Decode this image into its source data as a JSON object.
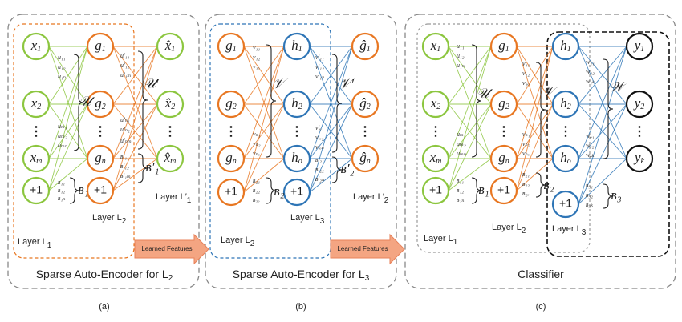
{
  "panels": [
    {
      "id": "a",
      "title": "Sparse Auto-Encoder for L",
      "title_sub": "2",
      "letter": "(a)"
    },
    {
      "id": "b",
      "title": "Sparse Auto-Encoder for L",
      "title_sub": "3",
      "letter": "(b)"
    },
    {
      "id": "c",
      "title": "Classifier",
      "title_sub": "",
      "letter": "(c)"
    }
  ],
  "arrow_label": "Learned Features",
  "layer_labels": {
    "a": [
      {
        "text": "Layer L",
        "sub": "1"
      },
      {
        "text": "Layer L",
        "sub": "2"
      },
      {
        "text": "Layer L′",
        "sub": "1"
      }
    ],
    "b": [
      {
        "text": "Layer L",
        "sub": "2"
      },
      {
        "text": "Layer L",
        "sub": "3"
      },
      {
        "text": "Layer L′",
        "sub": "2"
      }
    ],
    "c": [
      {
        "text": "Layer L",
        "sub": "1"
      },
      {
        "text": "Layer L",
        "sub": "2"
      },
      {
        "text": "Layer L",
        "sub": "3"
      }
    ]
  },
  "matrix_labels": {
    "a": [
      "𝒰",
      "𝒰′",
      "ʙ₁",
      "ʙ′₁"
    ],
    "b": [
      "𝒱",
      "𝒱′",
      "ʙ₂",
      "ʙ′₂"
    ],
    "c": [
      "𝒰",
      "𝒱",
      "𝒲",
      "ʙ₁",
      "ʙ₂",
      "ʙ₃"
    ]
  },
  "node_labels": {
    "a_in": [
      {
        "b": "x",
        "s": "1"
      },
      {
        "b": "x",
        "s": "2"
      },
      {
        "b": "x",
        "s": "m"
      }
    ],
    "a_hid": [
      {
        "b": "g",
        "s": "1"
      },
      {
        "b": "g",
        "s": "2"
      },
      {
        "b": "g",
        "s": "n"
      }
    ],
    "a_out": [
      {
        "b": "x̂",
        "s": "1"
      },
      {
        "b": "x̂",
        "s": "2"
      },
      {
        "b": "x̂",
        "s": "m"
      }
    ],
    "b_in": [
      {
        "b": "g",
        "s": "1"
      },
      {
        "b": "g",
        "s": "2"
      },
      {
        "b": "g",
        "s": "n"
      }
    ],
    "b_hid": [
      {
        "b": "h",
        "s": "1"
      },
      {
        "b": "h",
        "s": "2"
      },
      {
        "b": "h",
        "s": "o"
      }
    ],
    "b_out": [
      {
        "b": "ĝ",
        "s": "1"
      },
      {
        "b": "ĝ",
        "s": "2"
      },
      {
        "b": "ĝ",
        "s": "n"
      }
    ],
    "c_in": [
      {
        "b": "x",
        "s": "1"
      },
      {
        "b": "x",
        "s": "2"
      },
      {
        "b": "x",
        "s": "m"
      }
    ],
    "c_g": [
      {
        "b": "g",
        "s": "1"
      },
      {
        "b": "g",
        "s": "2"
      },
      {
        "b": "g",
        "s": "n"
      }
    ],
    "c_h": [
      {
        "b": "h",
        "s": "1"
      },
      {
        "b": "h",
        "s": "2"
      },
      {
        "b": "h",
        "s": "o"
      }
    ],
    "c_y": [
      {
        "b": "y",
        "s": "1"
      },
      {
        "b": "y",
        "s": "2"
      },
      {
        "b": "y",
        "s": "k"
      }
    ]
  },
  "bias_label": "+1",
  "weight_labels": {
    "a_u": [
      "u₁₁",
      "u₁₂",
      "u₁ₙ",
      "uₘ₁",
      "uₘ₂",
      "uₘₙ"
    ],
    "a_up": [
      "u′₁₁",
      "u′₁₂",
      "u′₁ₘ",
      "u′ₙ₁",
      "u′ₙ₂",
      "u′ₙₘ"
    ],
    "a_b": [
      "ʙ₁₁",
      "ʙ₁₂",
      "ʙ₁ₙ"
    ],
    "a_bp": [
      "ʙ′₁₁",
      "ʙ′₁₂",
      "ʙ′₁ₘ"
    ],
    "b_v": [
      "v₁₁",
      "v₁₂",
      "v₁ₒ",
      "vₙ₁",
      "vₙ₂",
      "vₙₒ"
    ],
    "b_vp": [
      "v′₁₁",
      "v′₁₂",
      "v′₁ₙ",
      "v′ₒ₁",
      "v′ₒ₂",
      "v′ₒₙ"
    ],
    "b_b": [
      "ʙ₂₁",
      "ʙ₂₂",
      "ʙ₂ₒ"
    ],
    "b_bp": [
      "ʙ′₂₁",
      "ʙ′₂₂",
      "ʙ′₂ₙ"
    ],
    "c_u": [
      "u₁₁",
      "u₁₂",
      "u₁ₙ",
      "uₘ₁",
      "uₘ₂",
      "uₘₙ"
    ],
    "c_v": [
      "v₁₁",
      "v₁₂",
      "v₁ₒ",
      "vₙ₁",
      "vₙ₂",
      "vₙₒ"
    ],
    "c_w": [
      "w₁₁",
      "w₁₂",
      "w₁ₖ",
      "wₒ₁",
      "wₒ₂",
      "wₒₖ"
    ],
    "c_b1": [
      "ʙ₁₁",
      "ʙ₁₂",
      "ʙ₁ₙ"
    ],
    "c_b2": [
      "ʙ₂₁",
      "ʙ₂₂",
      "ʙ₂ₒ"
    ],
    "c_b3": [
      "ʙ₃₁",
      "ʙ₃₂",
      "ʙ₃ₖ"
    ]
  },
  "colors": {
    "green": "#8cc63f",
    "orange": "#e87722",
    "blue": "#2e75b6",
    "black": "#111111",
    "panel_border": "#888888",
    "arrow_fill": "#f4a582",
    "arrow_stroke": "#e8825a"
  }
}
